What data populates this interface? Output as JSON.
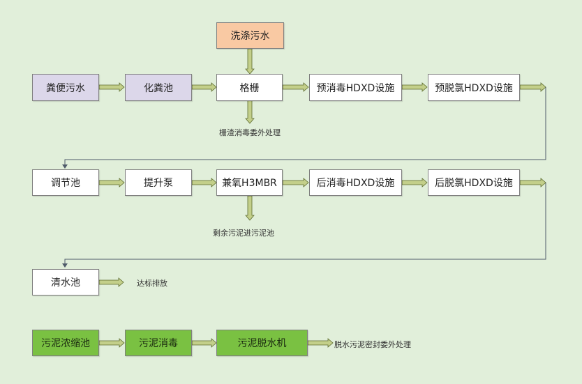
{
  "nodes": {
    "wash_water": "洗涤污水",
    "fecal_water": "粪便污水",
    "septic_tank": "化粪池",
    "grille": "格栅",
    "pre_disinfect": "预消毒HDXD设施",
    "pre_dechlorinate": "预脱氯HDXD设施",
    "regulating_tank": "调节池",
    "lift_pump": "提升泵",
    "mbr": "兼氧H3MBR",
    "post_disinfect": "后消毒HDXD设施",
    "post_dechlorinate": "后脱氯HDXD设施",
    "clear_water_tank": "清水池",
    "sludge_thickener": "污泥浓缩池",
    "sludge_disinfect": "污泥消毒",
    "sludge_dewater": "污泥脱水机"
  },
  "notes": {
    "screenings": "栅渣消毒委外处理",
    "excess_sludge": "剩余污泥进污泥池",
    "discharge": "达标排放",
    "dewatered_sludge": "脱水污泥密封委外处理"
  },
  "colors": {
    "background": "#e1efda",
    "arrow_fill": "#c3cf8a",
    "arrow_stroke": "#5b6a2c",
    "wash_box": "#f9c9a3",
    "purple_box": "#dcd7ea",
    "green_box": "#7ac142"
  }
}
